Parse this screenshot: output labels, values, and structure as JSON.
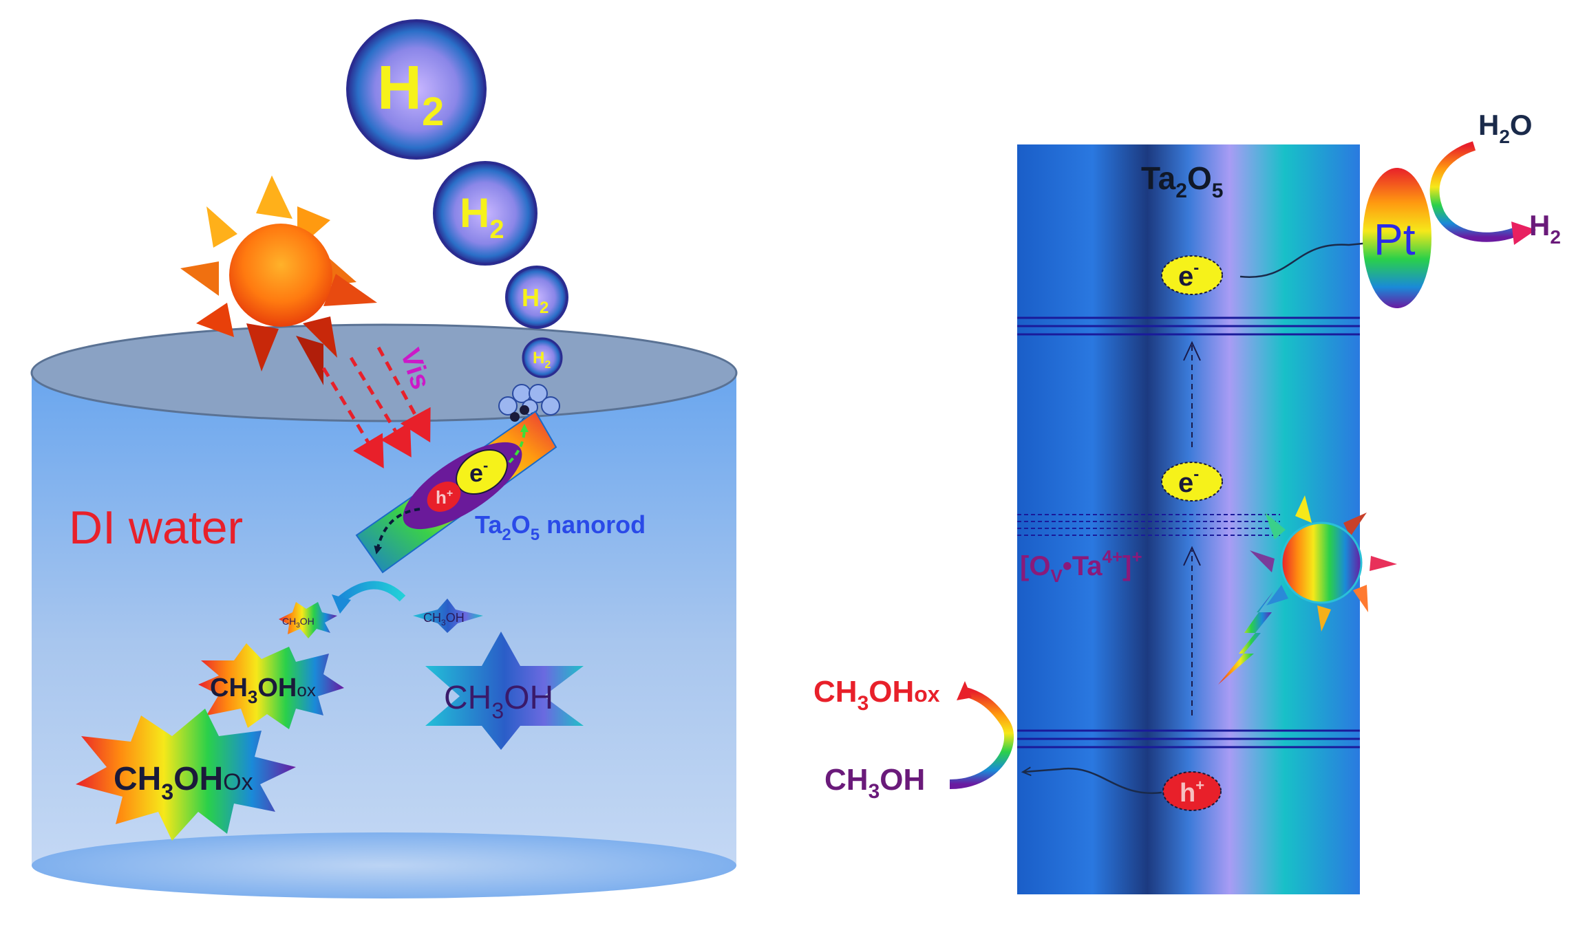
{
  "left_panel": {
    "water_label": "DI water",
    "light_label": "Vis",
    "nanorod": {
      "ta": "Ta",
      "sub2": "2",
      "o": "O",
      "sub5": "5",
      "rest": " nanorod",
      "electron": "e",
      "electron_sup": "-",
      "hole": "h",
      "hole_sup": "+"
    },
    "bubbles": [
      {
        "main": "H",
        "sub": "2"
      },
      {
        "main": "H",
        "sub": "2"
      },
      {
        "main": "H",
        "sub": "2"
      },
      {
        "main": "H",
        "sub": "2"
      }
    ],
    "molecules": {
      "ch3oh_small": {
        "a": "CH",
        "b": "3",
        "c": "OH"
      },
      "ch3oh_large": {
        "a": "CH",
        "b": "3",
        "c": "OH"
      },
      "ch3ohox_small": {
        "a": "CH",
        "b": "3",
        "c": "OH"
      },
      "ch3ohox_medium": {
        "a": "CH",
        "b": "3",
        "c": "OH",
        "d": "ox"
      },
      "ch3ohox_large": {
        "a": "CH",
        "b": "3",
        "c": "OH",
        "d": "Ox"
      }
    }
  },
  "right_panel": {
    "semiconductor": {
      "a": "Ta",
      "b": "2",
      "c": "O",
      "d": "5"
    },
    "cocatalyst": "Pt",
    "water": {
      "a": "H",
      "b": "2",
      "c": "O"
    },
    "hydrogen": {
      "a": "H",
      "b": "2"
    },
    "electron_cb": {
      "a": "e",
      "b": "-"
    },
    "electron_defect": {
      "a": "e",
      "b": "-"
    },
    "hole": {
      "a": "h",
      "b": "+"
    },
    "defect_state": {
      "a": "[O",
      "b": "V",
      "c": "•Ta",
      "d": "4+",
      "e": "]",
      "f": "+"
    },
    "methanol_ox": {
      "a": "CH",
      "b": "3",
      "c": "OH",
      "d": "ox"
    },
    "methanol": {
      "a": "CH",
      "b": "3",
      "c": "OH"
    }
  },
  "colors": {
    "water_top": "#7a96b8",
    "water_body": "#9cc4f4",
    "rod_blue": "#1e6fd0",
    "label_red": "#e8202a",
    "label_purple": "#6a1a7a",
    "bubble_text": "#f6f21a"
  }
}
